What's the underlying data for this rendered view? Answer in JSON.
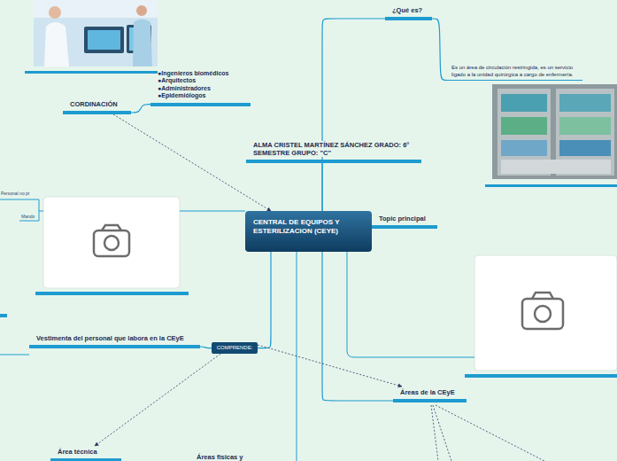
{
  "diagram": {
    "nodes": [
      {
        "text": [
          "¿Qué es?"
        ]
      },
      {
        "text": [
          "Es un área de circulación restringida, es un servicio ligado a la unidad quirúrgica a cargo de enfermería."
        ]
      },
      {
        "text": [
          "CORDINACIÓN"
        ]
      },
      {
        "text": [
          "●Ingenieros biomédicos ●Arquitectos ●Administradores ●Epidemiólogos"
        ]
      },
      {
        "text": [
          "ALMA CRISTEL MARTÍNEZ SÁNCHEZ GRADO: 6° SEMESTRE GRUPO: \"C\""
        ]
      },
      {
        "text": [
          "CENTRAL DE EQUIPOS Y ESTERILIZACION (CEYE)"
        ]
      },
      {
        "text": [
          "Topic principal"
        ]
      },
      {
        "text": [
          "COMPRENDE:"
        ]
      },
      {
        "text": [
          "Vestimenta del personal que labora en la CEyE"
        ]
      },
      {
        "text": [
          "Áreas de la CEyE"
        ]
      },
      {
        "text": [
          "Área técnica"
        ]
      },
      {
        "text": [
          "Áreas físicas y"
        ]
      }
    ],
    "edges": [
      {
        "from": 5,
        "to": 0,
        "arrow": "none"
      },
      {
        "from": 0,
        "to": 1,
        "arrow": "none"
      },
      {
        "from": 5,
        "to": 4,
        "arrow": "none"
      },
      {
        "from": 5,
        "to": 6,
        "arrow": "none"
      },
      {
        "from": 5,
        "to": 9,
        "arrow": "none"
      },
      {
        "from": 5,
        "to": 7,
        "arrow": "none"
      },
      {
        "from": 7,
        "to": 8,
        "arrow": "none"
      },
      {
        "from": 2,
        "to": 3,
        "arrow": "none"
      },
      {
        "from": 2,
        "to": 5,
        "arrow": "to"
      },
      {
        "from": 7,
        "to": 9,
        "arrow": "to"
      },
      {
        "from": 7,
        "to": 10,
        "arrow": "to"
      }
    ],
    "labels": [
      "Personal no pr",
      "Mando"
    ]
  }
}
